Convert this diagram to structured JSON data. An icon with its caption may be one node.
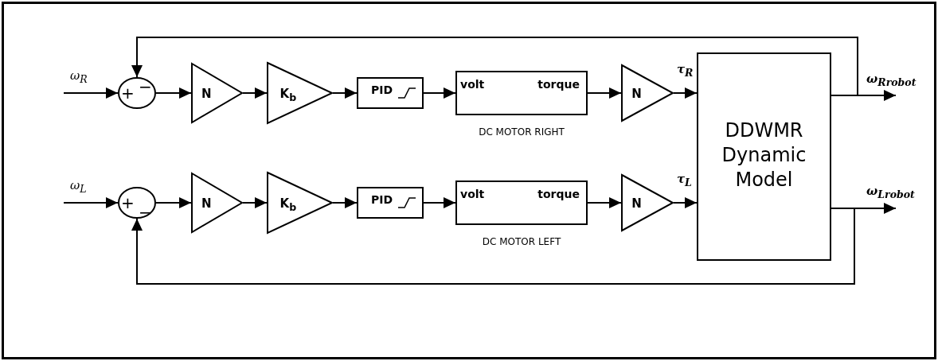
{
  "diagram": {
    "nodes": [
      {
        "text": [
          "+",
          "−"
        ]
      },
      {
        "text": [
          "N"
        ]
      },
      {
        "text": [
          "K$_{b}$"
        ]
      },
      {
        "text": [
          "PID"
        ]
      },
      {
        "text": [
          "volt",
          "torque"
        ],
        "beside": [
          "DC MOTOR RIGHT"
        ]
      },
      {
        "text": [
          "N"
        ]
      },
      {
        "text": [
          "DDWMR Dynamic Model"
        ]
      },
      {
        "text": [
          "+",
          "−"
        ]
      },
      {
        "text": [
          "N"
        ]
      },
      {
        "text": [
          "K$_{b}$"
        ]
      },
      {
        "text": [
          "PID"
        ]
      },
      {
        "text": [
          "volt",
          "torque"
        ],
        "beside": [
          "DC MOTOR LEFT"
        ]
      },
      {
        "text": [
          "N"
        ]
      }
    ],
    "edges": [
      {
        "from": null,
        "to": 0,
        "arrow": "to",
        "label": "ω$_{R}$"
      },
      {
        "from": 0,
        "to": 1,
        "arrow": "to"
      },
      {
        "from": 1,
        "to": 2,
        "arrow": "to"
      },
      {
        "from": 2,
        "to": 3,
        "arrow": "to"
      },
      {
        "from": 3,
        "to": 4,
        "arrow": "to"
      },
      {
        "from": 4,
        "to": 5,
        "arrow": "to"
      },
      {
        "from": 5,
        "to": 6,
        "arrow": "to",
        "label": "τ$_{R}$"
      },
      {
        "from": 6,
        "to": null,
        "arrow": "to",
        "label": "ω$_{Rrobot}$"
      },
      {
        "from": 6,
        "to": 0,
        "arrow": "to"
      },
      {
        "from": null,
        "to": 7,
        "arrow": "to",
        "label": "ω$_{L}$"
      },
      {
        "from": 7,
        "to": 8,
        "arrow": "to"
      },
      {
        "from": 8,
        "to": 9,
        "arrow": "to"
      },
      {
        "from": 9,
        "to": 10,
        "arrow": "to"
      },
      {
        "from": 10,
        "to": 11,
        "arrow": "to"
      },
      {
        "from": 11,
        "to": 12,
        "arrow": "to"
      },
      {
        "from": 12,
        "to": 6,
        "arrow": "to",
        "label": "τ$_{L}$"
      },
      {
        "from": 6,
        "to": null,
        "arrow": "to",
        "label": "ω$_{Lrobot}$"
      },
      {
        "from": 6,
        "to": 7,
        "arrow": "to"
      }
    ]
  }
}
